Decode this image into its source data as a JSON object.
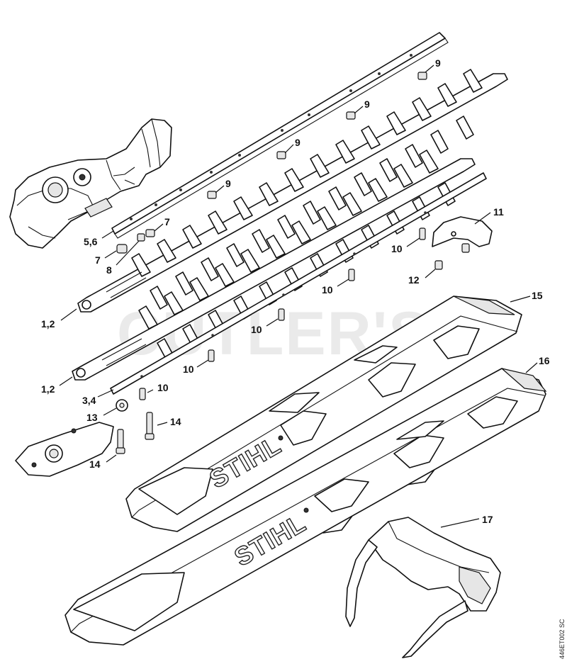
{
  "watermark": "CUTLER'S",
  "diagram_code": "446ET002 SC",
  "brand_marks": [
    "STIHL",
    "STIHL"
  ],
  "callouts": [
    {
      "id": "c9a",
      "label": "9"
    },
    {
      "id": "c9b",
      "label": "9"
    },
    {
      "id": "c9c",
      "label": "9"
    },
    {
      "id": "c9d",
      "label": "9"
    },
    {
      "id": "c7a",
      "label": "7"
    },
    {
      "id": "c56",
      "label": "5,6"
    },
    {
      "id": "c7b",
      "label": "7"
    },
    {
      "id": "c8",
      "label": "8"
    },
    {
      "id": "c11",
      "label": "11"
    },
    {
      "id": "c10a",
      "label": "10"
    },
    {
      "id": "c12",
      "label": "12"
    },
    {
      "id": "c10b",
      "label": "10"
    },
    {
      "id": "c12a",
      "label": "1,2"
    },
    {
      "id": "c10c",
      "label": "10"
    },
    {
      "id": "c15",
      "label": "15"
    },
    {
      "id": "c16",
      "label": "16"
    },
    {
      "id": "c10d",
      "label": "10"
    },
    {
      "id": "c12b",
      "label": "1,2"
    },
    {
      "id": "c34",
      "label": "3,4"
    },
    {
      "id": "c10e",
      "label": "10"
    },
    {
      "id": "c13",
      "label": "13"
    },
    {
      "id": "c14a",
      "label": "14"
    },
    {
      "id": "c14b",
      "label": "14"
    },
    {
      "id": "c17",
      "label": "17"
    }
  ]
}
